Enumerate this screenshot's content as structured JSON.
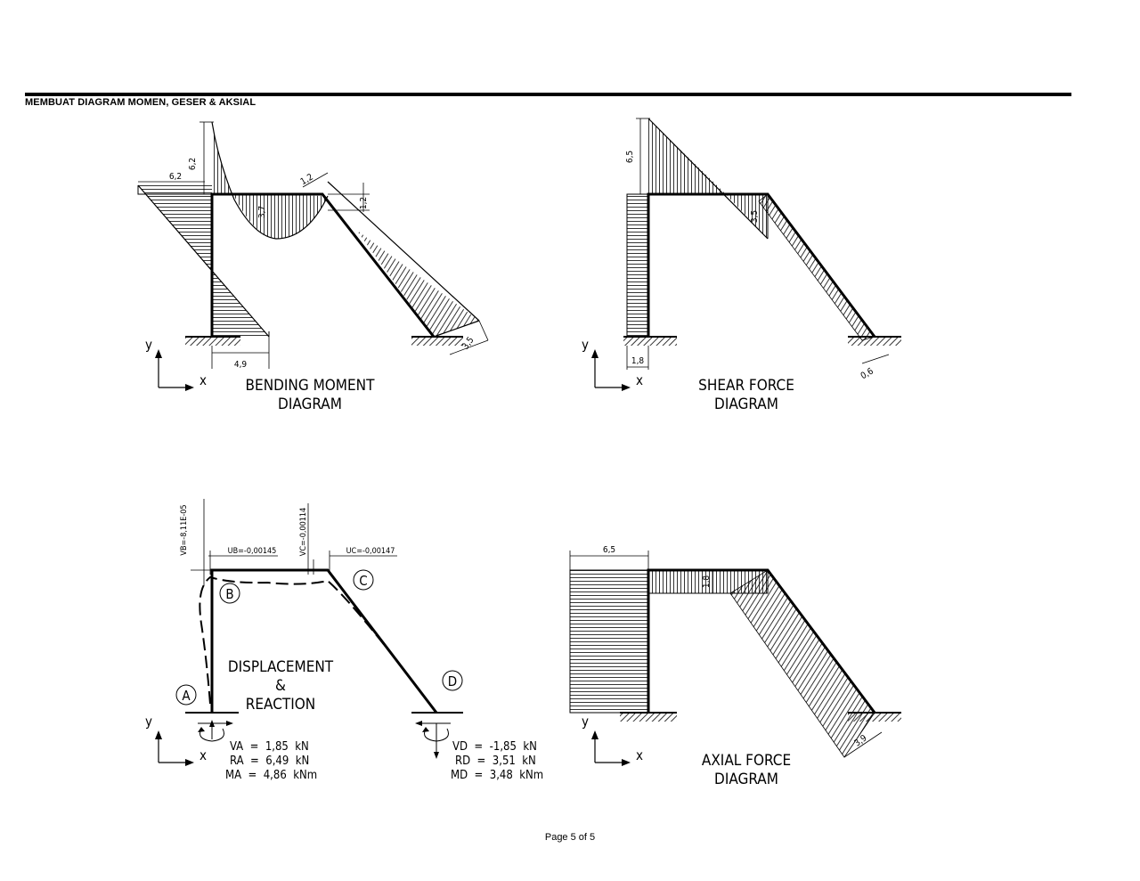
{
  "header": {
    "title": "MEMBUAT DIAGRAM MOMEN, GESER & AKSIAL"
  },
  "footer": {
    "page": "Page 5 of 5"
  },
  "axes": {
    "y": "y",
    "x": "x"
  },
  "bending_moment": {
    "title1": "BENDING MOMENT",
    "title2": "DIAGRAM",
    "dims": {
      "top_vertical": "6,2",
      "top_left": "6,2",
      "mid_sag": "3,7",
      "corner_diag": "1,2",
      "corner_vert": "1,2",
      "base": "4,9",
      "incline": "3,5"
    }
  },
  "shear_force": {
    "title1": "SHEAR FORCE",
    "title2": "DIAGRAM",
    "dims": {
      "beam": "6,5",
      "corner": "3,5",
      "base": "1,8",
      "incline": "0,6"
    }
  },
  "displacement": {
    "title1": "DISPLACEMENT",
    "title2": "&",
    "title3": "REACTION",
    "labels": {
      "vb": "VB=-8,11E-05",
      "ub": "UB=-0,00145",
      "vc": "VC=-0,00114",
      "uc": "UC=-0,00147"
    },
    "nodes": {
      "a": "A",
      "b": "B",
      "c": "C",
      "d": "D"
    },
    "reactions_a": [
      "VA  =  1,85  kN",
      "RA  =  6,49  kN",
      "MA  =  4,86  kNm"
    ],
    "reactions_d": [
      "VD  =  -1,85  kN",
      "RD  =  3,51  kN",
      "MD  =  3,48  kNm"
    ]
  },
  "axial_force": {
    "title1": "AXIAL FORCE",
    "title2": "DIAGRAM",
    "dims": {
      "left": "6,5",
      "beam": "1,8",
      "incline": "3,9"
    }
  }
}
